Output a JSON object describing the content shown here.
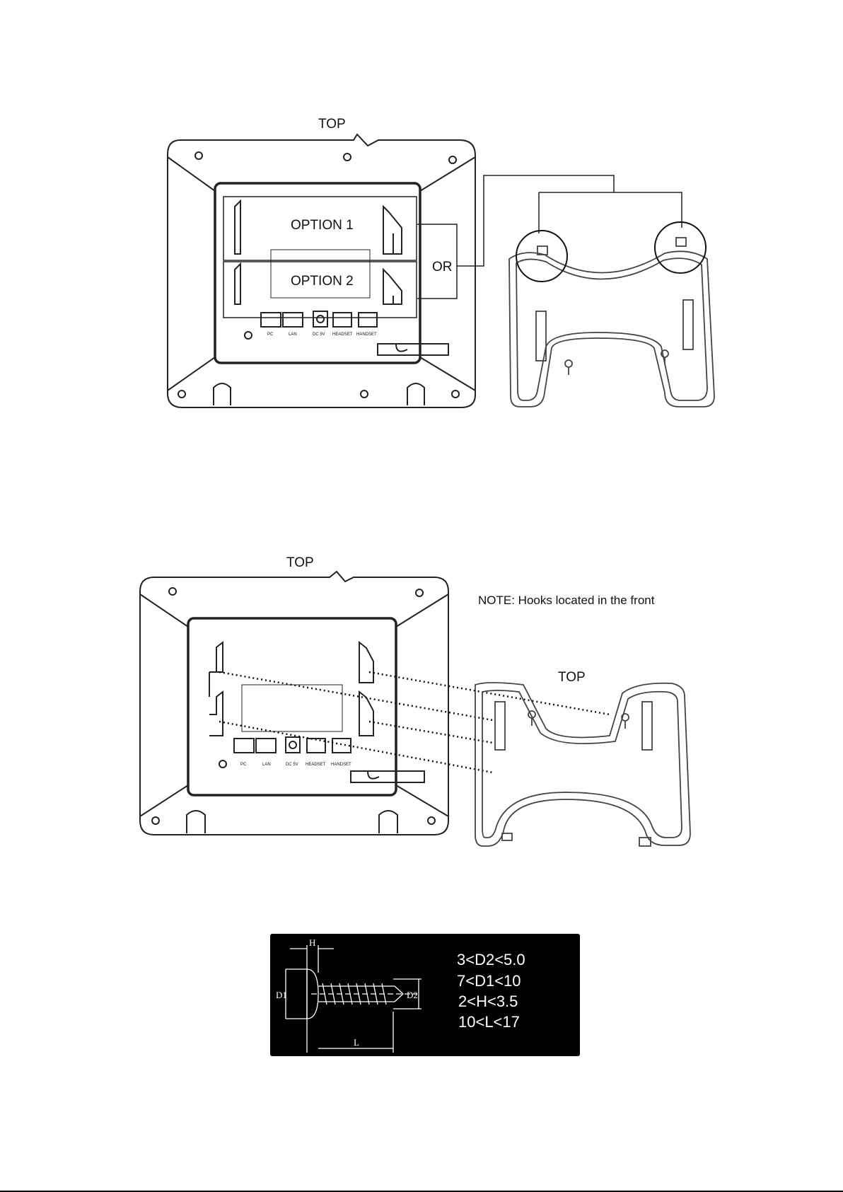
{
  "figure1": {
    "top_label": "TOP",
    "option1": "OPTION 1",
    "option2": "OPTION 2",
    "or_label": "OR",
    "ports": [
      "PC",
      "LAN",
      "DC 5V",
      "HEADSET",
      "HANDSET"
    ]
  },
  "figure2": {
    "top_label": "TOP",
    "note": "NOTE: Hooks located in the front",
    "bracket_top_label": "TOP",
    "ports": [
      "PC",
      "LAN",
      "DC 5V",
      "HEADSET",
      "HANDSET"
    ]
  },
  "screw_spec": {
    "dimension_labels": {
      "h": "H",
      "d1": "D1",
      "d2": "D2",
      "l": "L"
    },
    "specs": [
      "3<D2<5.0",
      "7<D1<10",
      "2<H<3.5",
      "10<L<17"
    ]
  }
}
